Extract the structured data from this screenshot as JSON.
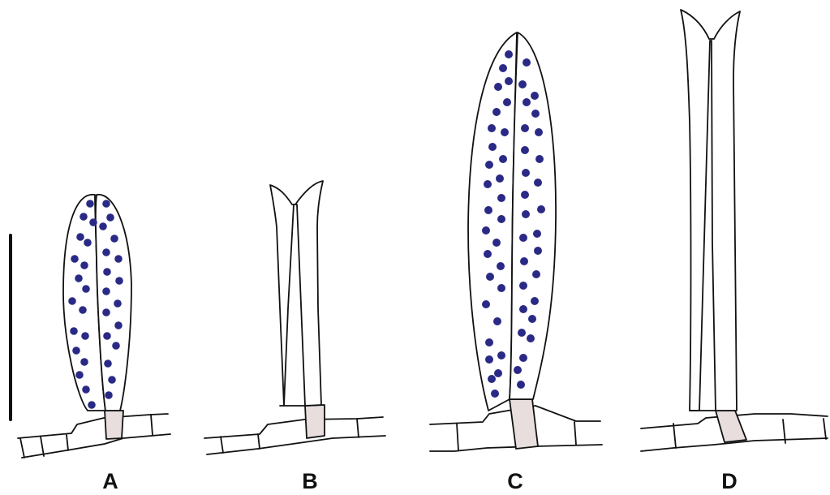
{
  "panels": [
    {
      "label": "A"
    },
    {
      "label": "B"
    },
    {
      "label": "C"
    },
    {
      "label": "D"
    }
  ],
  "colors": {
    "outline": "#111111",
    "spore": "#2a2a86",
    "foot_cell": "#e8dede",
    "background": "#ffffff"
  }
}
